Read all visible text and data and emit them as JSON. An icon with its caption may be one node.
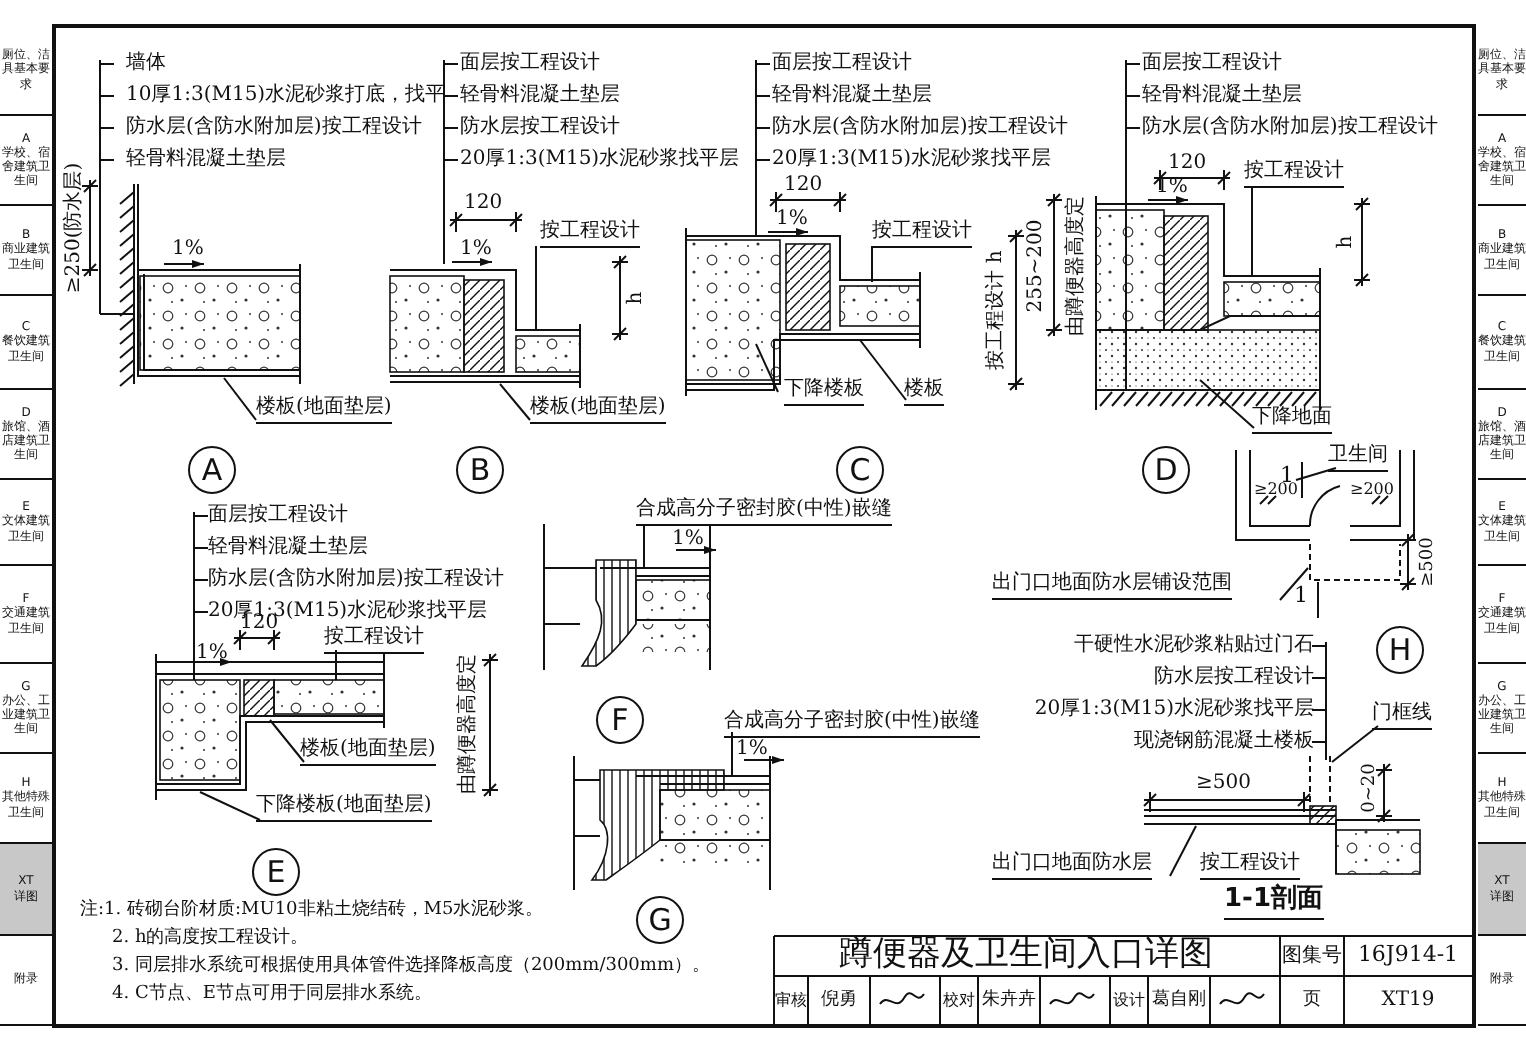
{
  "diagram": {
    "title": "蹲便器及卫生间入口详图",
    "nodes": [
      {
        "text": [
          "A"
        ]
      },
      {
        "text": [
          "B"
        ]
      },
      {
        "text": [
          "C"
        ]
      },
      {
        "text": [
          "D"
        ]
      },
      {
        "text": [
          "E"
        ]
      },
      {
        "text": [
          "F"
        ]
      },
      {
        "text": [
          "G"
        ]
      },
      {
        "text": [
          "H"
        ]
      }
    ],
    "labels": [
      "厕位、洁具基本要求",
      "A",
      "学校、宿舍建筑卫生间",
      "B",
      "商业建筑卫生间",
      "C",
      "餐饮建筑卫生间",
      "D",
      "旅馆、酒店建筑卫生间",
      "E",
      "文体建筑卫生间",
      "F",
      "交通建筑卫生间",
      "G",
      "办公、工业建筑卫生间",
      "H",
      "其他特殊卫生间",
      "XT",
      "详图",
      "附录",
      "厕位、洁具基本要求",
      "A",
      "学校、宿舍建筑卫生间",
      "B",
      "商业建筑卫生间",
      "C",
      "餐饮建筑卫生间",
      "D",
      "旅馆、酒店建筑卫生间",
      "E",
      "文体建筑卫生间",
      "F",
      "交通建筑卫生间",
      "G",
      "办公、工业建筑卫生间",
      "H",
      "其他特殊卫生间",
      "XT",
      "详图",
      "附录",
      "墙体",
      "10厚1:3(M15)水泥砂浆打底，找平",
      "防水层(含防水附加层)按工程设计",
      "轻骨料混凝土垫层",
      "≥250(防水层)",
      "1%",
      "楼板(地面垫层)",
      "面层按工程设计",
      "轻骨料混凝土垫层",
      "防水层按工程设计",
      "20厚1:3(M15)水泥砂浆找平层",
      "120",
      "1%",
      "按工程设计",
      "h",
      "楼板(地面垫层)",
      "面层按工程设计",
      "轻骨料混凝土垫层",
      "防水层(含防水附加层)按工程设计",
      "20厚1:3(M15)水泥砂浆找平层",
      "120",
      "1%",
      "按工程设计",
      "按工程设计 h",
      "下降楼板",
      "楼板",
      "面层按工程设计",
      "轻骨料混凝土垫层",
      "防水层(含防水附加层)按工程设计",
      "120",
      "1%",
      "按工程设计",
      "255~200",
      "由蹲便器高度定",
      "h",
      "下降地面",
      "面层按工程设计",
      "轻骨料混凝土垫层",
      "防水层(含防水附加层)按工程设计",
      "20厚1:3(M15)水泥砂浆找平层",
      "120",
      "1%",
      "按工程设计",
      "楼板(地面垫层)",
      "下降楼板(地面垫层)",
      "由蹲便器高度定",
      "合成高分子密封胶(中性)嵌缝",
      "1%",
      "合成高分子密封胶(中性)嵌缝",
      "1%",
      "卫生间",
      "≥200",
      "≥200",
      "1",
      "1",
      "≥500",
      "出门口地面防水层铺设范围",
      "干硬性水泥砂浆粘贴过门石",
      "防水层按工程设计",
      "20厚1:3(M15)水泥砂浆找平层",
      "现浇钢筋混凝土楼板",
      "门框线",
      "≥500",
      "0~20",
      "出门口地面防水层",
      "按工程设计",
      "1-1剖面",
      "注:1. 砖砌台阶材质:MU10非粘土烧结砖，M5水泥砂浆。",
      "2. h的高度按工程设计。",
      "3. 同层排水系统可根据使用具体管件选择降板高度（200mm/300mm）。",
      "4. C节点、E节点可用于同层排水系统。",
      "图集号",
      "16J914-1",
      "审核",
      "倪勇",
      "校对",
      "朱卉卉",
      "设计",
      "葛自刚",
      "页",
      "XT19"
    ]
  }
}
